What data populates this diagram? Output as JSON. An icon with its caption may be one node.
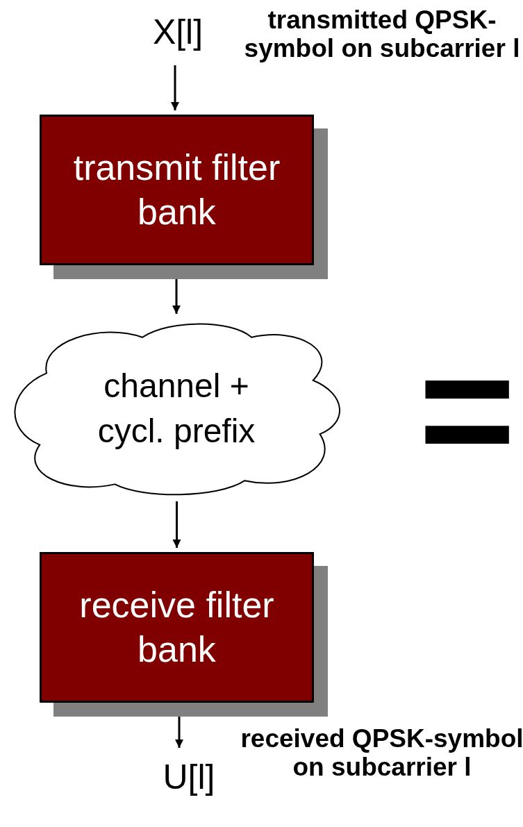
{
  "diagram": {
    "nodes": [
      {
        "text": [
          "X[l]"
        ],
        "beside": [
          "transmitted QPSK-symbol on subcarrier l"
        ]
      },
      {
        "text": [
          "transmit filter bank"
        ]
      },
      {
        "text": [
          "channel + cycl. prefix"
        ]
      },
      {
        "text": [
          "receive filter bank"
        ]
      },
      {
        "text": [
          "U[l]"
        ],
        "beside": [
          "received QPSK-symbol on subcarrier l"
        ]
      }
    ],
    "edges": [
      {
        "from": 0,
        "to": 1,
        "arrow": "to"
      },
      {
        "from": 1,
        "to": 2,
        "arrow": "to"
      },
      {
        "from": 2,
        "to": 3,
        "arrow": "to"
      },
      {
        "from": 3,
        "to": 4,
        "arrow": "to"
      }
    ],
    "labels": [
      "="
    ]
  }
}
